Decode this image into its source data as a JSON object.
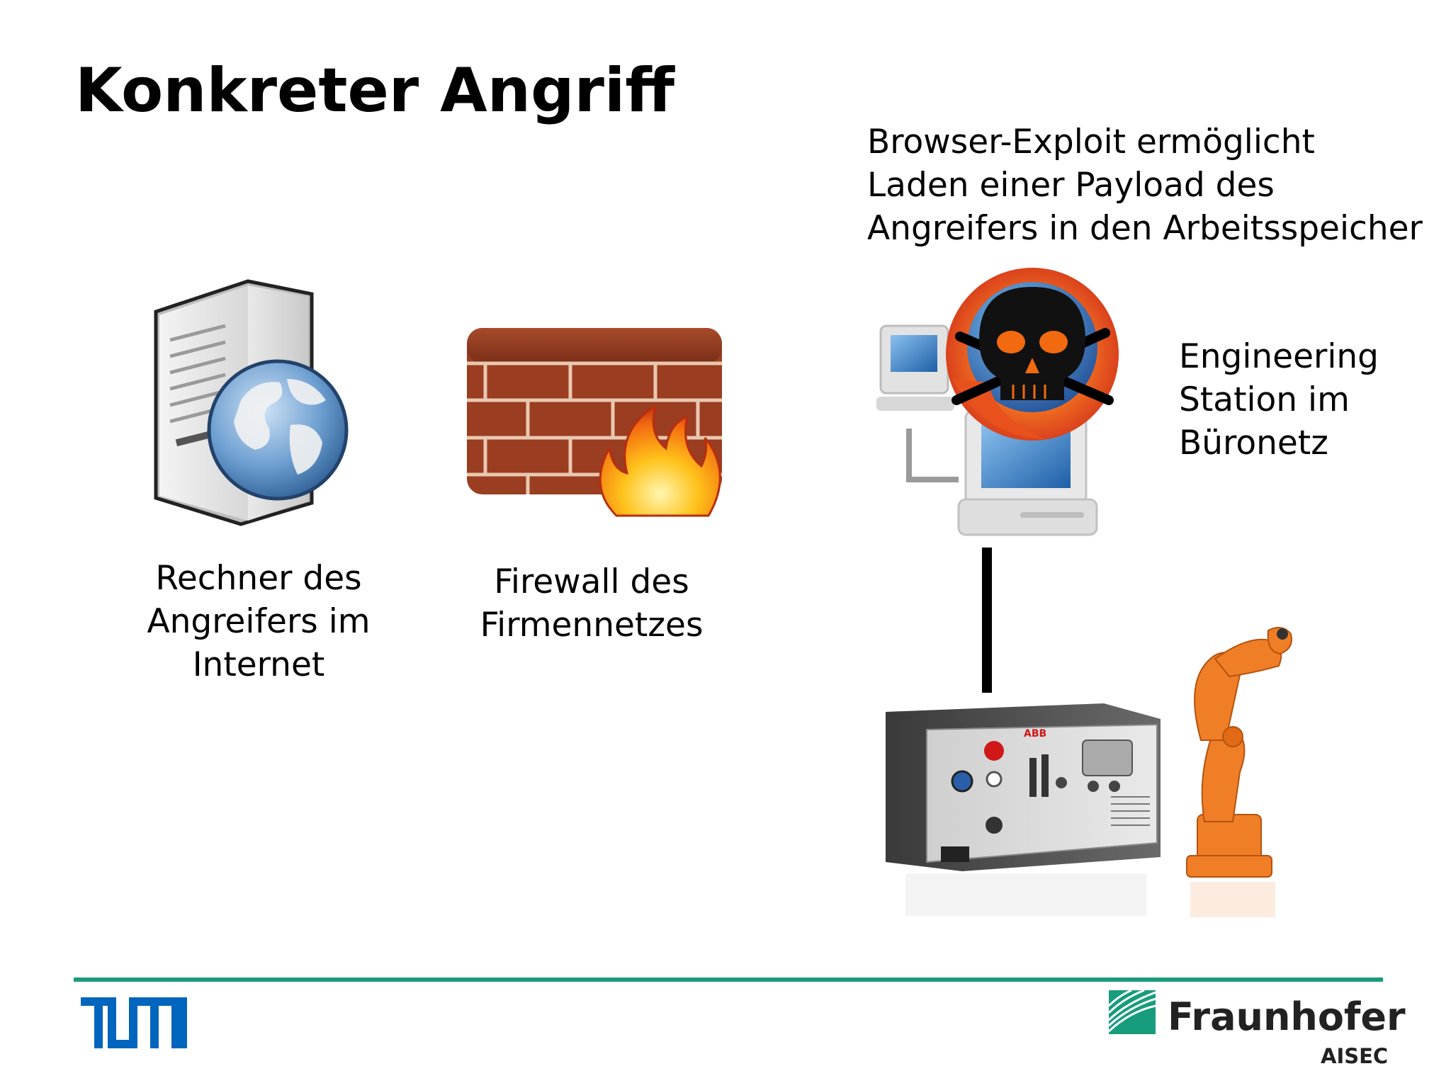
{
  "slide": {
    "title": "Konkreter Angriff"
  },
  "nodes": {
    "attacker": {
      "lines": [
        "Rechner des",
        "Angreifers im",
        "Internet"
      ]
    },
    "firewall": {
      "lines": [
        "Firewall des",
        "Firmennetzes"
      ]
    },
    "engineering": {
      "lines": [
        "Engineering",
        "Station im",
        "Büronetz"
      ]
    }
  },
  "callout": {
    "lines": [
      "Browser-Exploit ermöglicht",
      "Laden einer Payload des",
      "Angreifers in den Arbeitsspeicher"
    ]
  },
  "controller_brand": "ABB",
  "footer": {
    "left_logo": "TUM",
    "right_logo_name": "Fraunhofer",
    "right_logo_sub": "AISEC"
  },
  "colors": {
    "accent_rule": "#1a9b7c",
    "tum_blue": "#0065bd",
    "fraunhofer_green": "#179c7d",
    "robot_orange": "#f07e26"
  },
  "icons": [
    "server-globe-icon",
    "firewall-icon",
    "workstation-icon",
    "skull-firefox-icon",
    "robot-controller-icon",
    "robot-arm-icon"
  ]
}
